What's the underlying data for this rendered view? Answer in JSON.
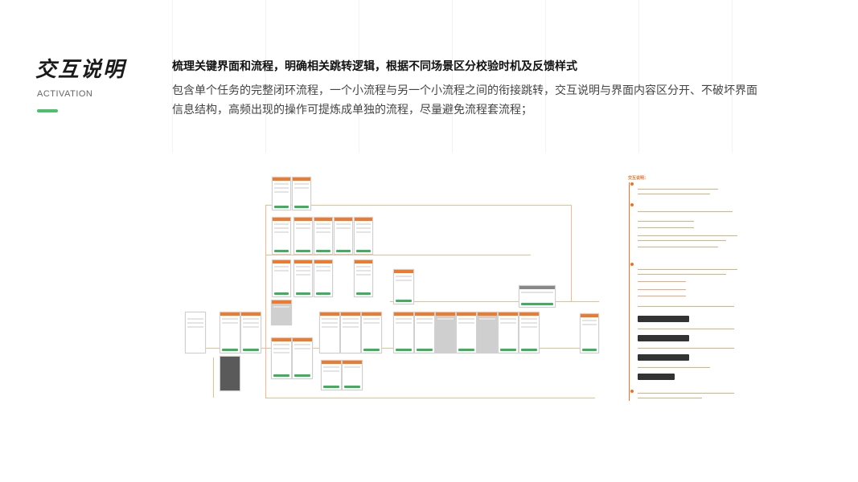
{
  "header": {
    "title": "交互说明",
    "subtitle": "ACTIVATION",
    "accent_color": "#4cc06a"
  },
  "main": {
    "heading": "梳理关键界面和流程，明确相关跳转逻辑，根据不同场景区分校验时机及反馈样式",
    "description": "包含单个任务的完整闭环流程，一个小流程与另一个小流程之间的衔接跳转，交互说明与界面内容区分开、不破坏界面信息结构，高频出现的操作可提炼成单独的流程，尽量避免流程套流程；"
  },
  "diagram": {
    "notes_title": "交互说明：",
    "flow_color": "#f07a2a",
    "confirm_color": "#3cb05a"
  }
}
